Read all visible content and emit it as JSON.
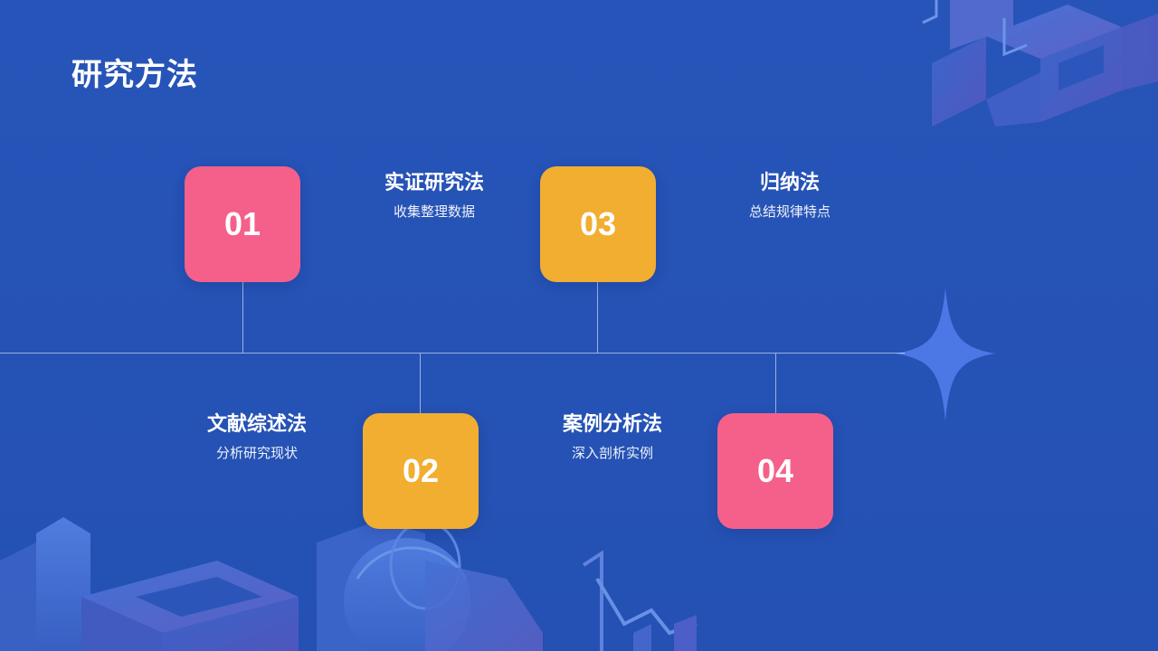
{
  "slide": {
    "title": "研究方法"
  },
  "steps": [
    {
      "number": "01",
      "heading": "实证研究法",
      "description": "收集整理数据",
      "color": "#f5608a"
    },
    {
      "number": "02",
      "heading": "文献综述法",
      "description": "分析研究现状",
      "color": "#f1ae31"
    },
    {
      "number": "03",
      "heading": "归纳法",
      "description": "总结规律特点",
      "color": "#f1ae31"
    },
    {
      "number": "04",
      "heading": "案例分析法",
      "description": "深入剖析实例",
      "color": "#f5608a"
    }
  ],
  "theme": {
    "background": "#2653b6",
    "pink": "#f5608a",
    "amber": "#f1ae31",
    "line": "#ffffff"
  },
  "decorations": {
    "icons": [
      "isometric-building-icon",
      "sparkle-star-icon",
      "globe-icon",
      "bar-chart-icon"
    ]
  }
}
